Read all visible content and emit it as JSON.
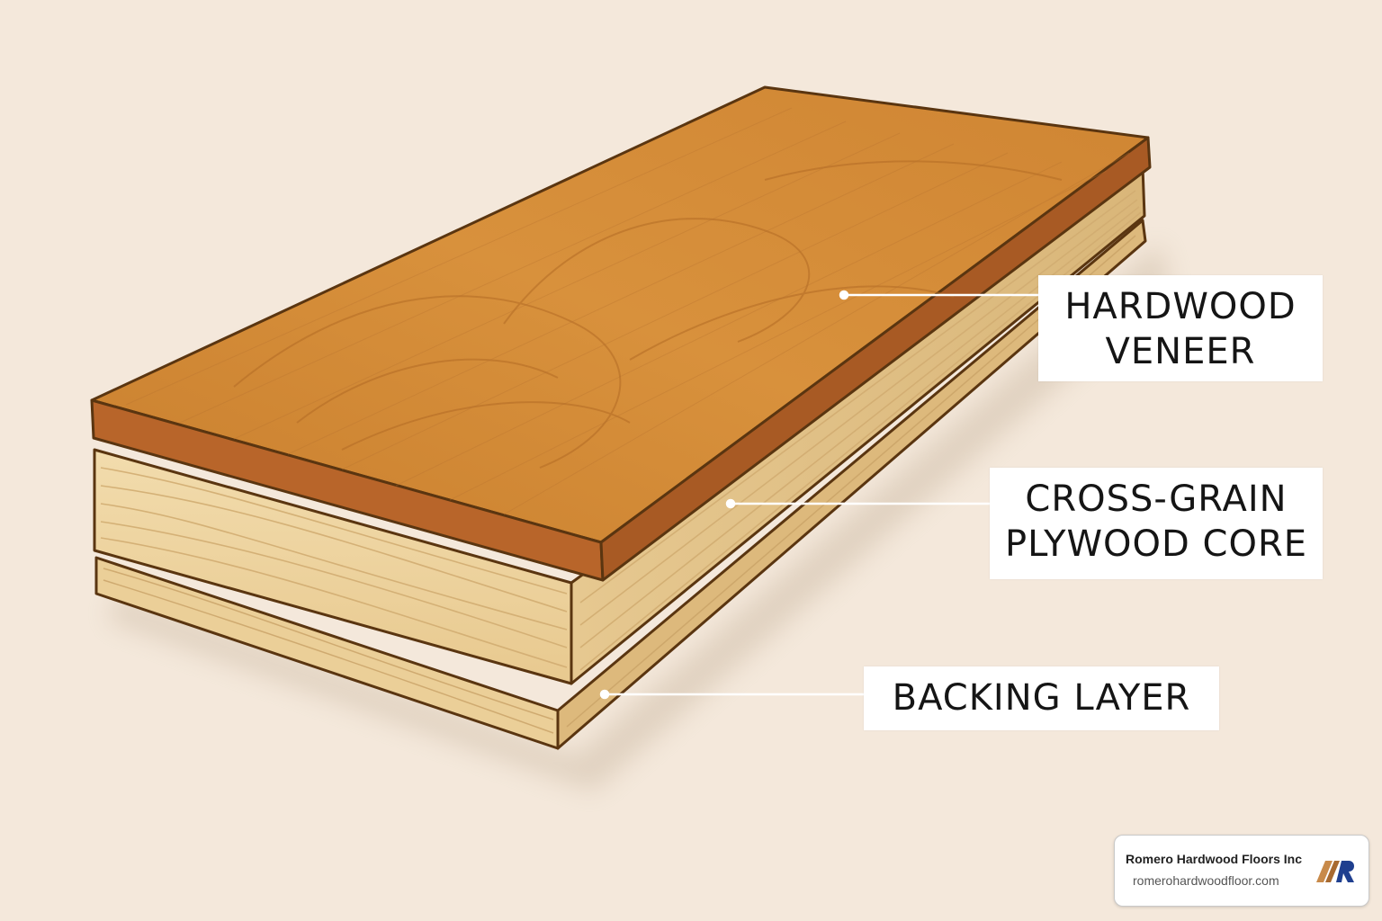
{
  "labels": {
    "veneer": [
      "HARDWOOD",
      "VENEER"
    ],
    "core": [
      "CROSS-GRAIN",
      "PLYWOOD CORE"
    ],
    "backing": "BACKING LAYER"
  },
  "badge": {
    "company": "Romero Hardwood Floors Inc",
    "url": "romerohardwoodfloor.com",
    "logo_icon": "romero-r-logo-icon"
  },
  "colors": {
    "background": "#f4e8db",
    "veneer": "#d48a37",
    "core": "#edd2a0",
    "outline": "#5a3510"
  }
}
